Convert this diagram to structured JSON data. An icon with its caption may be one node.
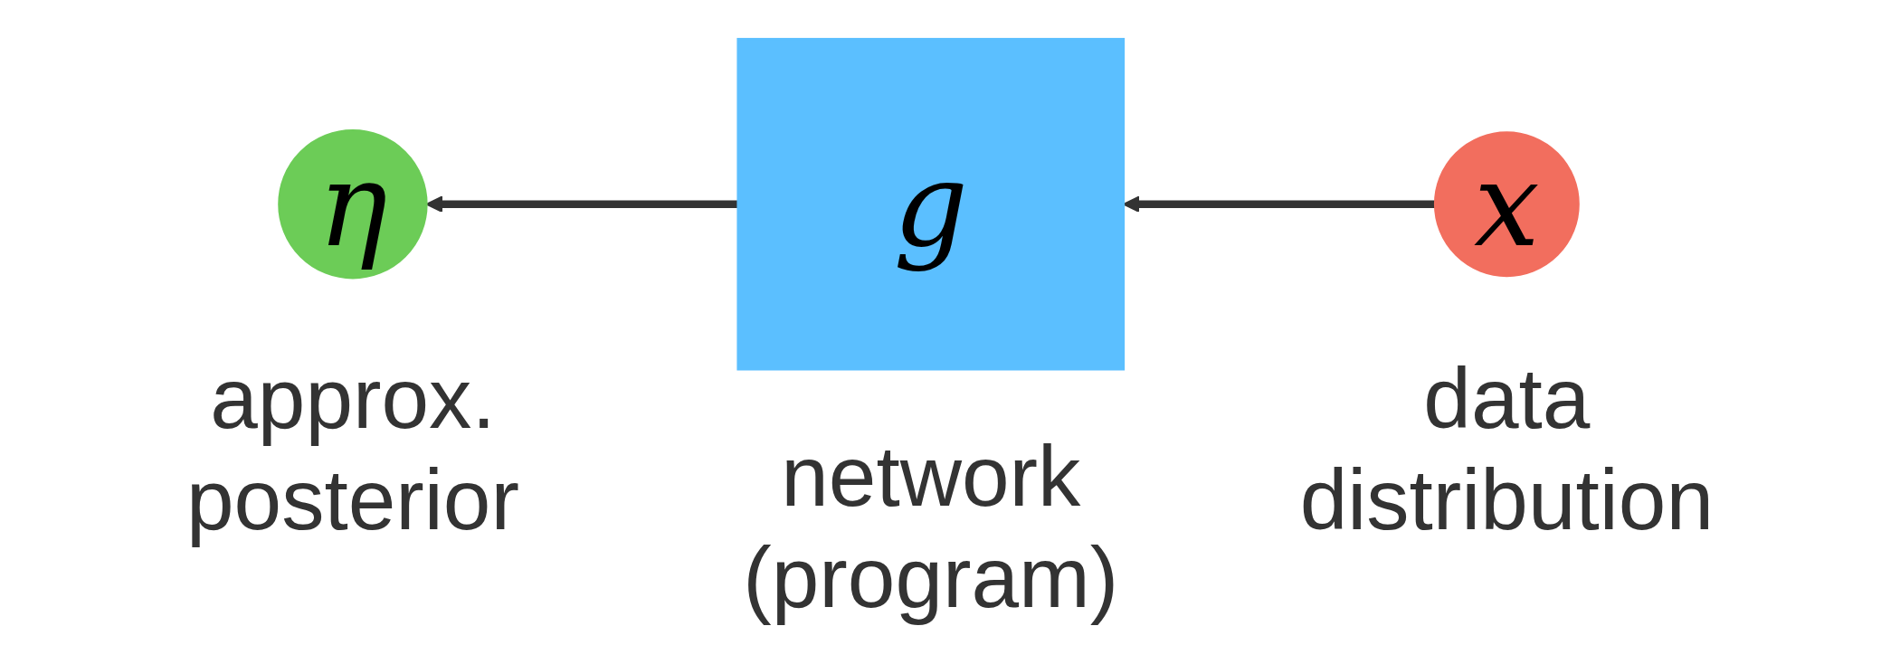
{
  "diagram": {
    "nodes": [
      {
        "text": [
          "η"
        ],
        "beside": [
          "approx. posterior"
        ]
      },
      {
        "text": [
          "g"
        ],
        "beside": [
          "network (program)"
        ]
      },
      {
        "text": [
          "x"
        ],
        "beside": [
          "data distribution"
        ]
      }
    ],
    "edges": [
      {
        "from": 2,
        "to": 1,
        "arrow": "to"
      },
      {
        "from": 1,
        "to": 0,
        "arrow": "to"
      }
    ]
  }
}
